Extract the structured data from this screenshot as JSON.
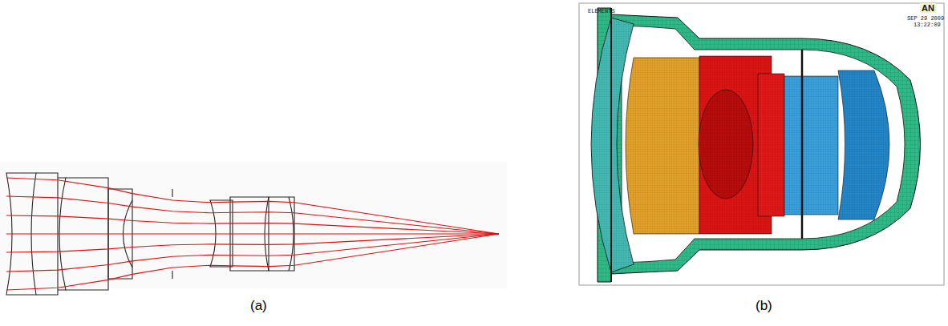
{
  "diagram": {
    "labels": [
      "(a)",
      "(b)",
      "ELEMENTS",
      "AN",
      "SEP 29 2009",
      "13:22:09"
    ]
  }
}
